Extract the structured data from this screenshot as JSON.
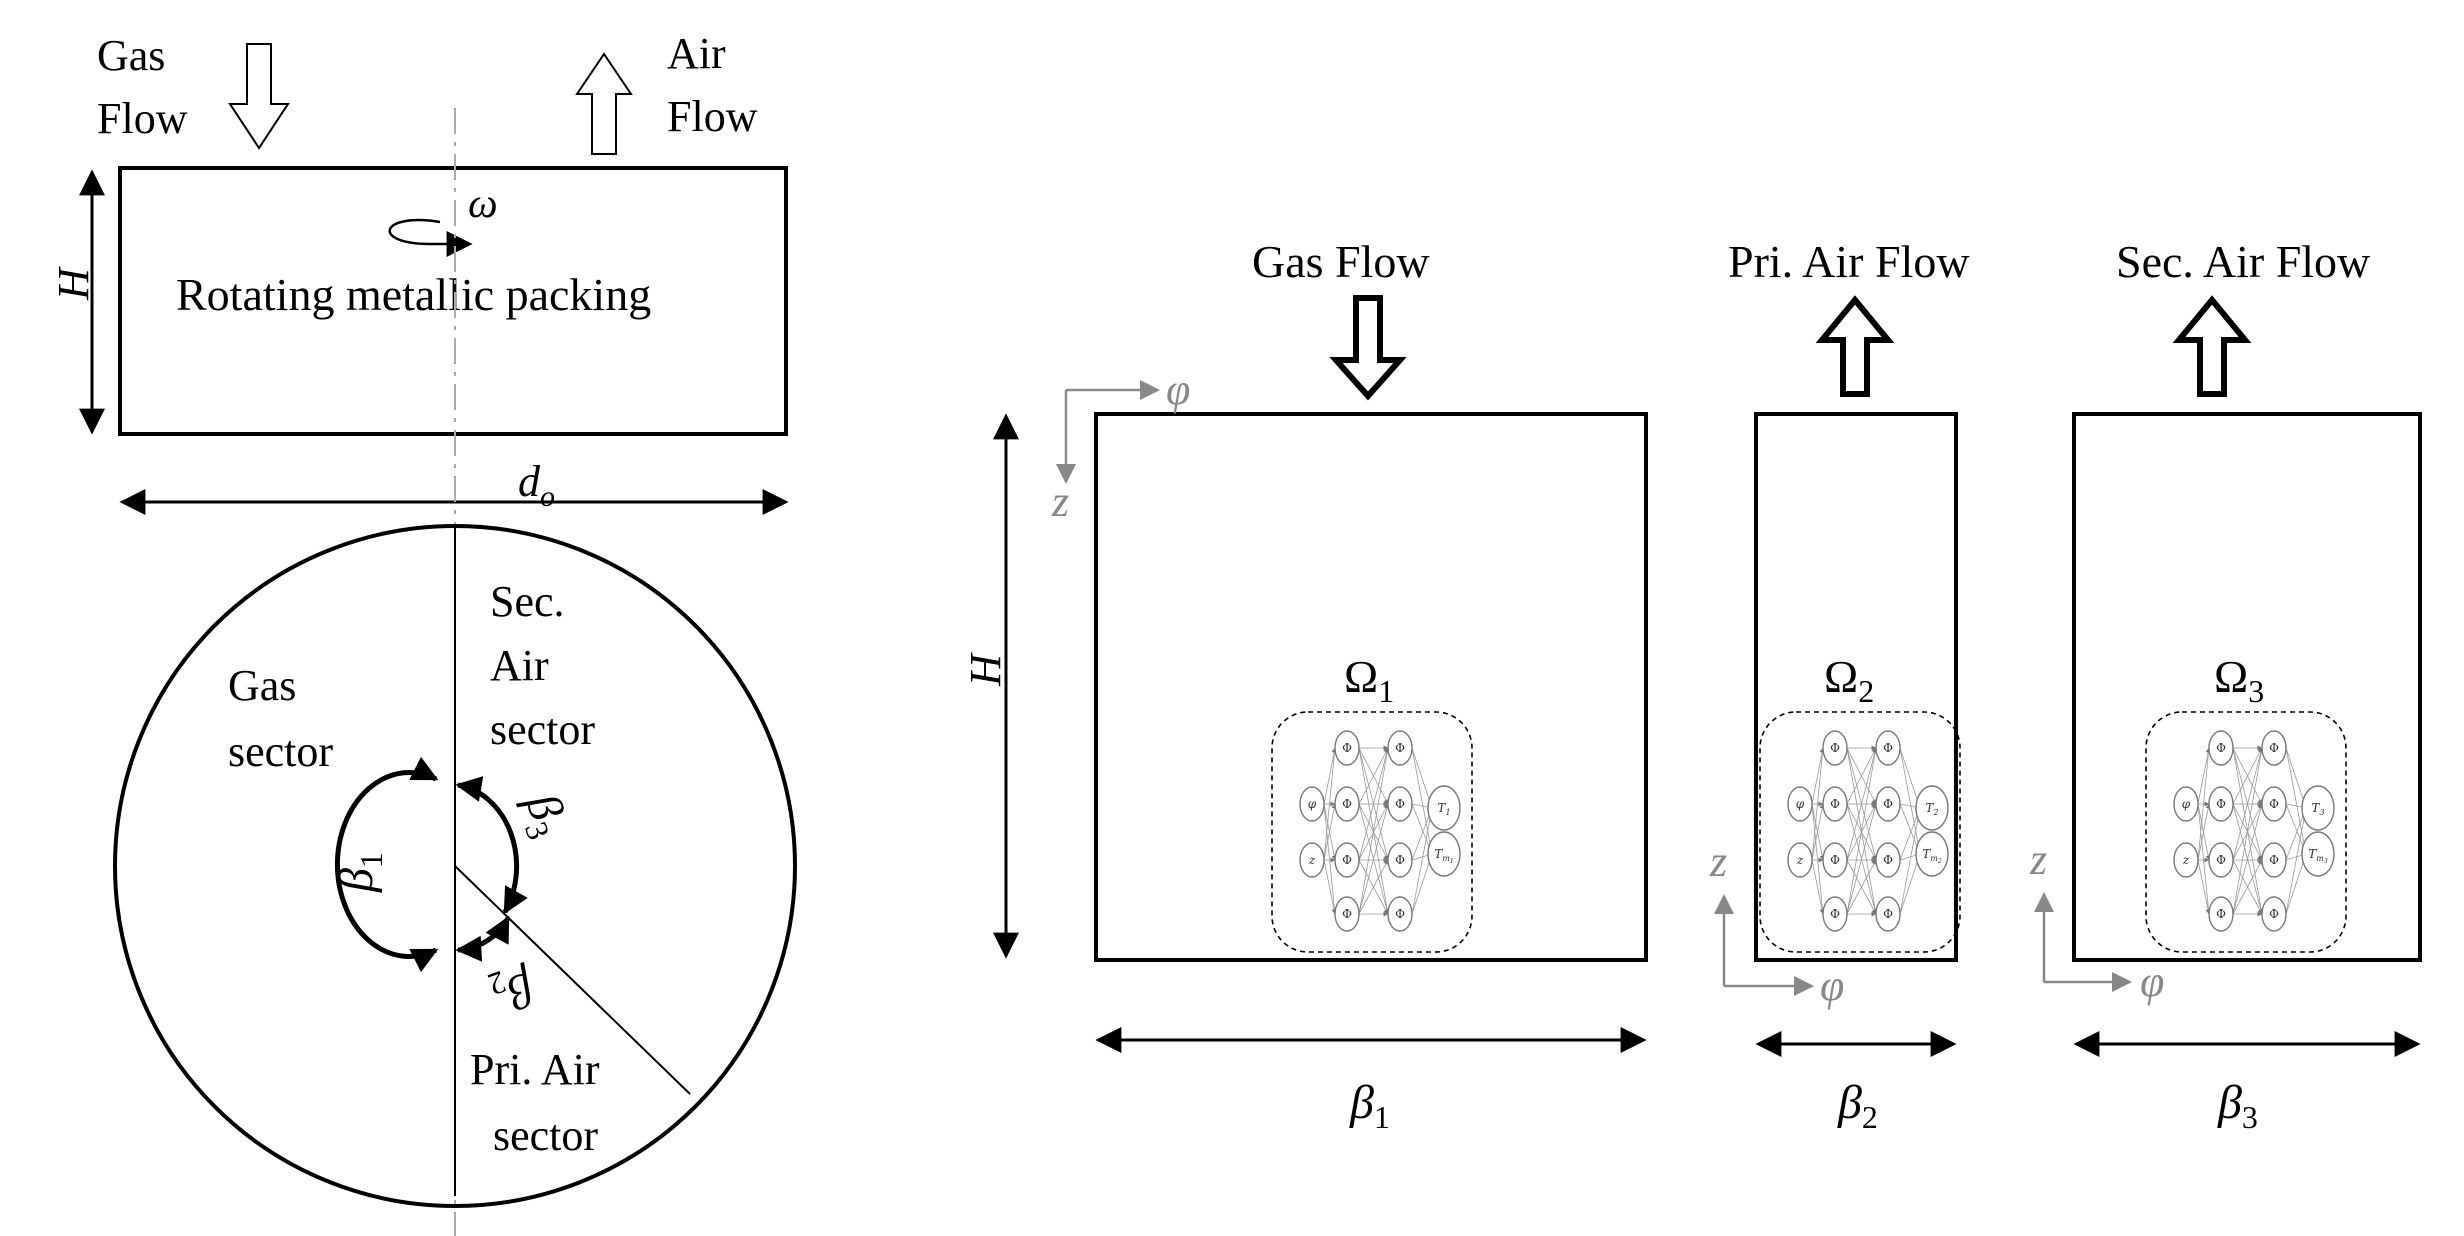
{
  "left": {
    "gas_flow": [
      "Gas",
      "Flow"
    ],
    "air_flow": [
      "Air",
      "Flow"
    ],
    "omega": "ω",
    "packing_label": "Rotating metallic packing",
    "height_symbol": "H",
    "diameter_symbol": "d",
    "diameter_sub": "o",
    "gas_sector": [
      "Gas",
      "sector"
    ],
    "sec_air_sector": [
      "Sec.",
      "Air",
      "sector"
    ],
    "pri_air_sector": [
      "Pri. Air",
      "sector"
    ],
    "beta1": "β",
    "beta1_sub": "1",
    "beta2": "β",
    "beta2_sub": "2",
    "beta3": "β",
    "beta3_sub": "3"
  },
  "domains": [
    {
      "flow_label": "Gas Flow",
      "omega": "Ω",
      "omega_sub": "1",
      "beta": "β",
      "beta_sub": "1",
      "out_t": "T",
      "out_t_sub": "1",
      "out_tm": "T",
      "out_tm_sub": "m",
      "out_tm_subsub": "1"
    },
    {
      "flow_label": "Pri. Air Flow",
      "omega": "Ω",
      "omega_sub": "2",
      "beta": "β",
      "beta_sub": "2",
      "out_t": "T",
      "out_t_sub": "2",
      "out_tm": "T",
      "out_tm_sub": "m",
      "out_tm_subsub": "2"
    },
    {
      "flow_label": "Sec. Air Flow",
      "omega": "Ω",
      "omega_sub": "3",
      "beta": "β",
      "beta_sub": "3",
      "out_t": "T",
      "out_t_sub": "3",
      "out_tm": "T",
      "out_tm_sub": "m",
      "out_tm_subsub": "3"
    }
  ],
  "axes": {
    "phi": "φ",
    "z": "z",
    "height_symbol": "H"
  },
  "nn": {
    "input_phi": "φ",
    "input_z": "z",
    "hidden": "Φ"
  }
}
